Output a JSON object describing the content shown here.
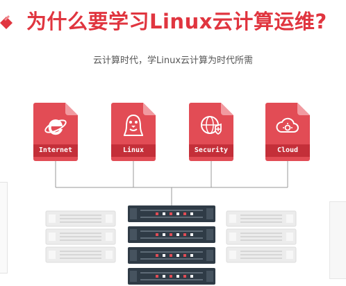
{
  "header": {
    "title": "为什么要学习Linux云计算运维?",
    "subtitle": "云计算时代，学Linux云计算为时代所需"
  },
  "icons": [
    {
      "name": "internet-icon",
      "label": "Internet"
    },
    {
      "name": "linux-icon",
      "label": "Linux"
    },
    {
      "name": "security-icon",
      "label": "Security"
    },
    {
      "name": "cloud-icon",
      "label": "Cloud"
    }
  ],
  "colors": {
    "accent": "#e0353f",
    "doc_body": "#e24c55",
    "doc_fold": "#f19aa0",
    "doc_band": "#c42f39",
    "server_dark": "#2f3b46",
    "server_light": "#eeeeee"
  }
}
